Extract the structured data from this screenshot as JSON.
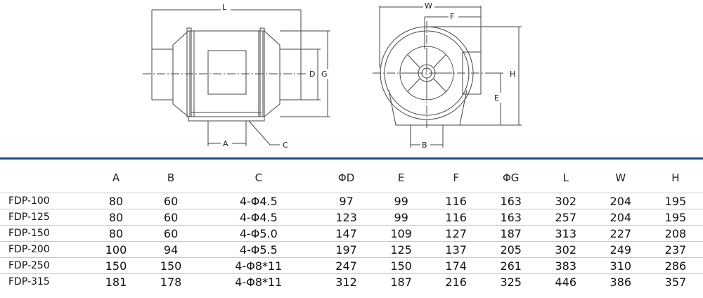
{
  "drawing": {
    "labels": {
      "L": "L",
      "D": "D",
      "G": "G",
      "A": "A",
      "C": "C",
      "W": "W",
      "F": "F",
      "H": "H",
      "E": "E",
      "B": "B"
    }
  },
  "table": {
    "columns": [
      "A",
      "B",
      "C",
      "ΦD",
      "E",
      "F",
      "ΦG",
      "L",
      "W",
      "H"
    ],
    "rows": [
      {
        "model": "FDP-100",
        "values": [
          "80",
          "60",
          "4-Φ4.5",
          "97",
          "99",
          "116",
          "163",
          "302",
          "204",
          "195"
        ]
      },
      {
        "model": "FDP-125",
        "values": [
          "80",
          "60",
          "4-Φ4.5",
          "123",
          "99",
          "116",
          "163",
          "257",
          "204",
          "195"
        ]
      },
      {
        "model": "FDP-150",
        "values": [
          "80",
          "60",
          "4-Φ5.0",
          "147",
          "109",
          "127",
          "187",
          "313",
          "227",
          "208"
        ]
      },
      {
        "model": "FDP-200",
        "values": [
          "100",
          "94",
          "4-Φ5.5",
          "197",
          "125",
          "137",
          "205",
          "302",
          "249",
          "237"
        ]
      },
      {
        "model": "FDP-250",
        "values": [
          "150",
          "150",
          "4-Φ8*11",
          "247",
          "150",
          "174",
          "261",
          "383",
          "310",
          "286"
        ]
      },
      {
        "model": "FDP-315",
        "values": [
          "181",
          "178",
          "4-Φ8*11",
          "312",
          "187",
          "216",
          "325",
          "446",
          "386",
          "357"
        ]
      }
    ]
  }
}
